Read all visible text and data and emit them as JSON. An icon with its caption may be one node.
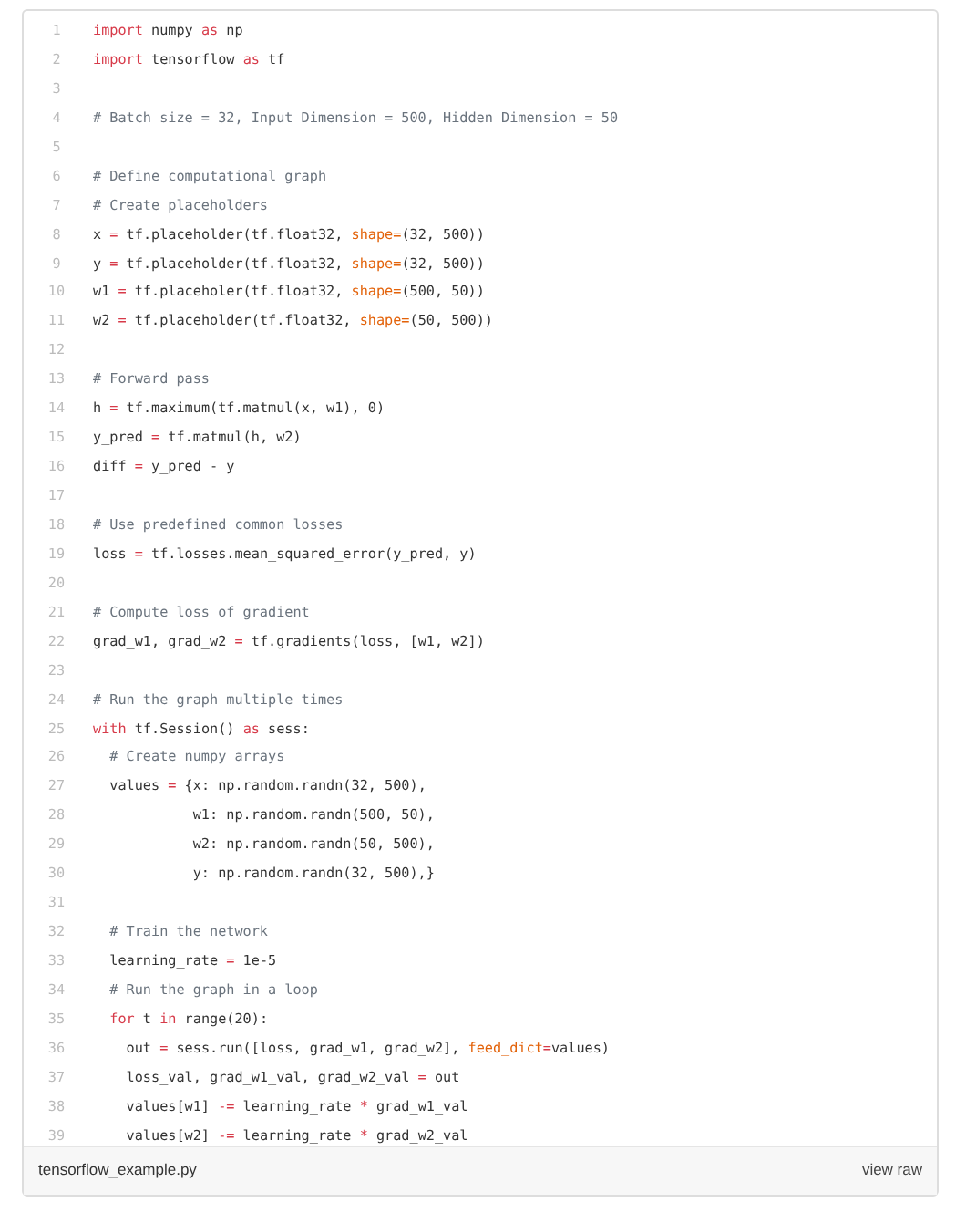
{
  "diagram": {
    "labels": [
      "1",
      "import numpy as np",
      "2",
      "import tensorflow as tf",
      "3",
      "4",
      "# Batch size = 32, Input Dimension = 500, Hidden Dimension = 50",
      "5",
      "6",
      "# Define computational graph",
      "7",
      "# Create placeholders",
      "8",
      "x = tf.placeholder(tf.float32, shape=(32, 500))",
      "9",
      "y = tf.placeholder(tf.float32, shape=(32, 500))",
      "10",
      "w1 = tf.placeholer(tf.float32, shape=(500, 50))",
      "11",
      "w2 = tf.placeholder(tf.float32, shape=(50, 500))",
      "12",
      "13",
      "# Forward pass",
      "14",
      "h = tf.maximum(tf.matmul(x, w1), 0)",
      "15",
      "y_pred = tf.matmul(h, w2)",
      "16",
      "diff = y_pred - y",
      "17",
      "18",
      "# Use predefined common losses",
      "19",
      "loss = tf.losses.mean_squared_error(y_pred, y)",
      "20",
      "21",
      "# Compute loss of gradient",
      "22",
      "grad_w1, grad_w2 = tf.gradients(loss, [w1, w2])",
      "23",
      "24",
      "# Run the graph multiple times",
      "25",
      "with tf.Session() as sess:",
      "26",
      "# Create numpy arrays",
      "27",
      "values = {x: np.random.randn(32, 500),",
      "28",
      "w1: np.random.randn(500, 50),",
      "29",
      "w2: np.random.randn(50, 500),",
      "30",
      "y: np.random.randn(32, 500),}",
      "31",
      "32",
      "# Train the network",
      "33",
      "learning_rate = 1e-5",
      "34",
      "# Run the graph in a loop",
      "35",
      "for t in range(20):",
      "36",
      "out = sess.run([loss, grad_w1, grad_w2], feed_dict=values)",
      "37",
      "loss_val, grad_w1_val, grad_w2_val = out",
      "38",
      "values[w1] -= learning_rate * grad_w1_val",
      "39",
      "values[w2] -= learning_rate * grad_w2_val",
      "tensorflow_example.py",
      "view raw"
    ]
  }
}
